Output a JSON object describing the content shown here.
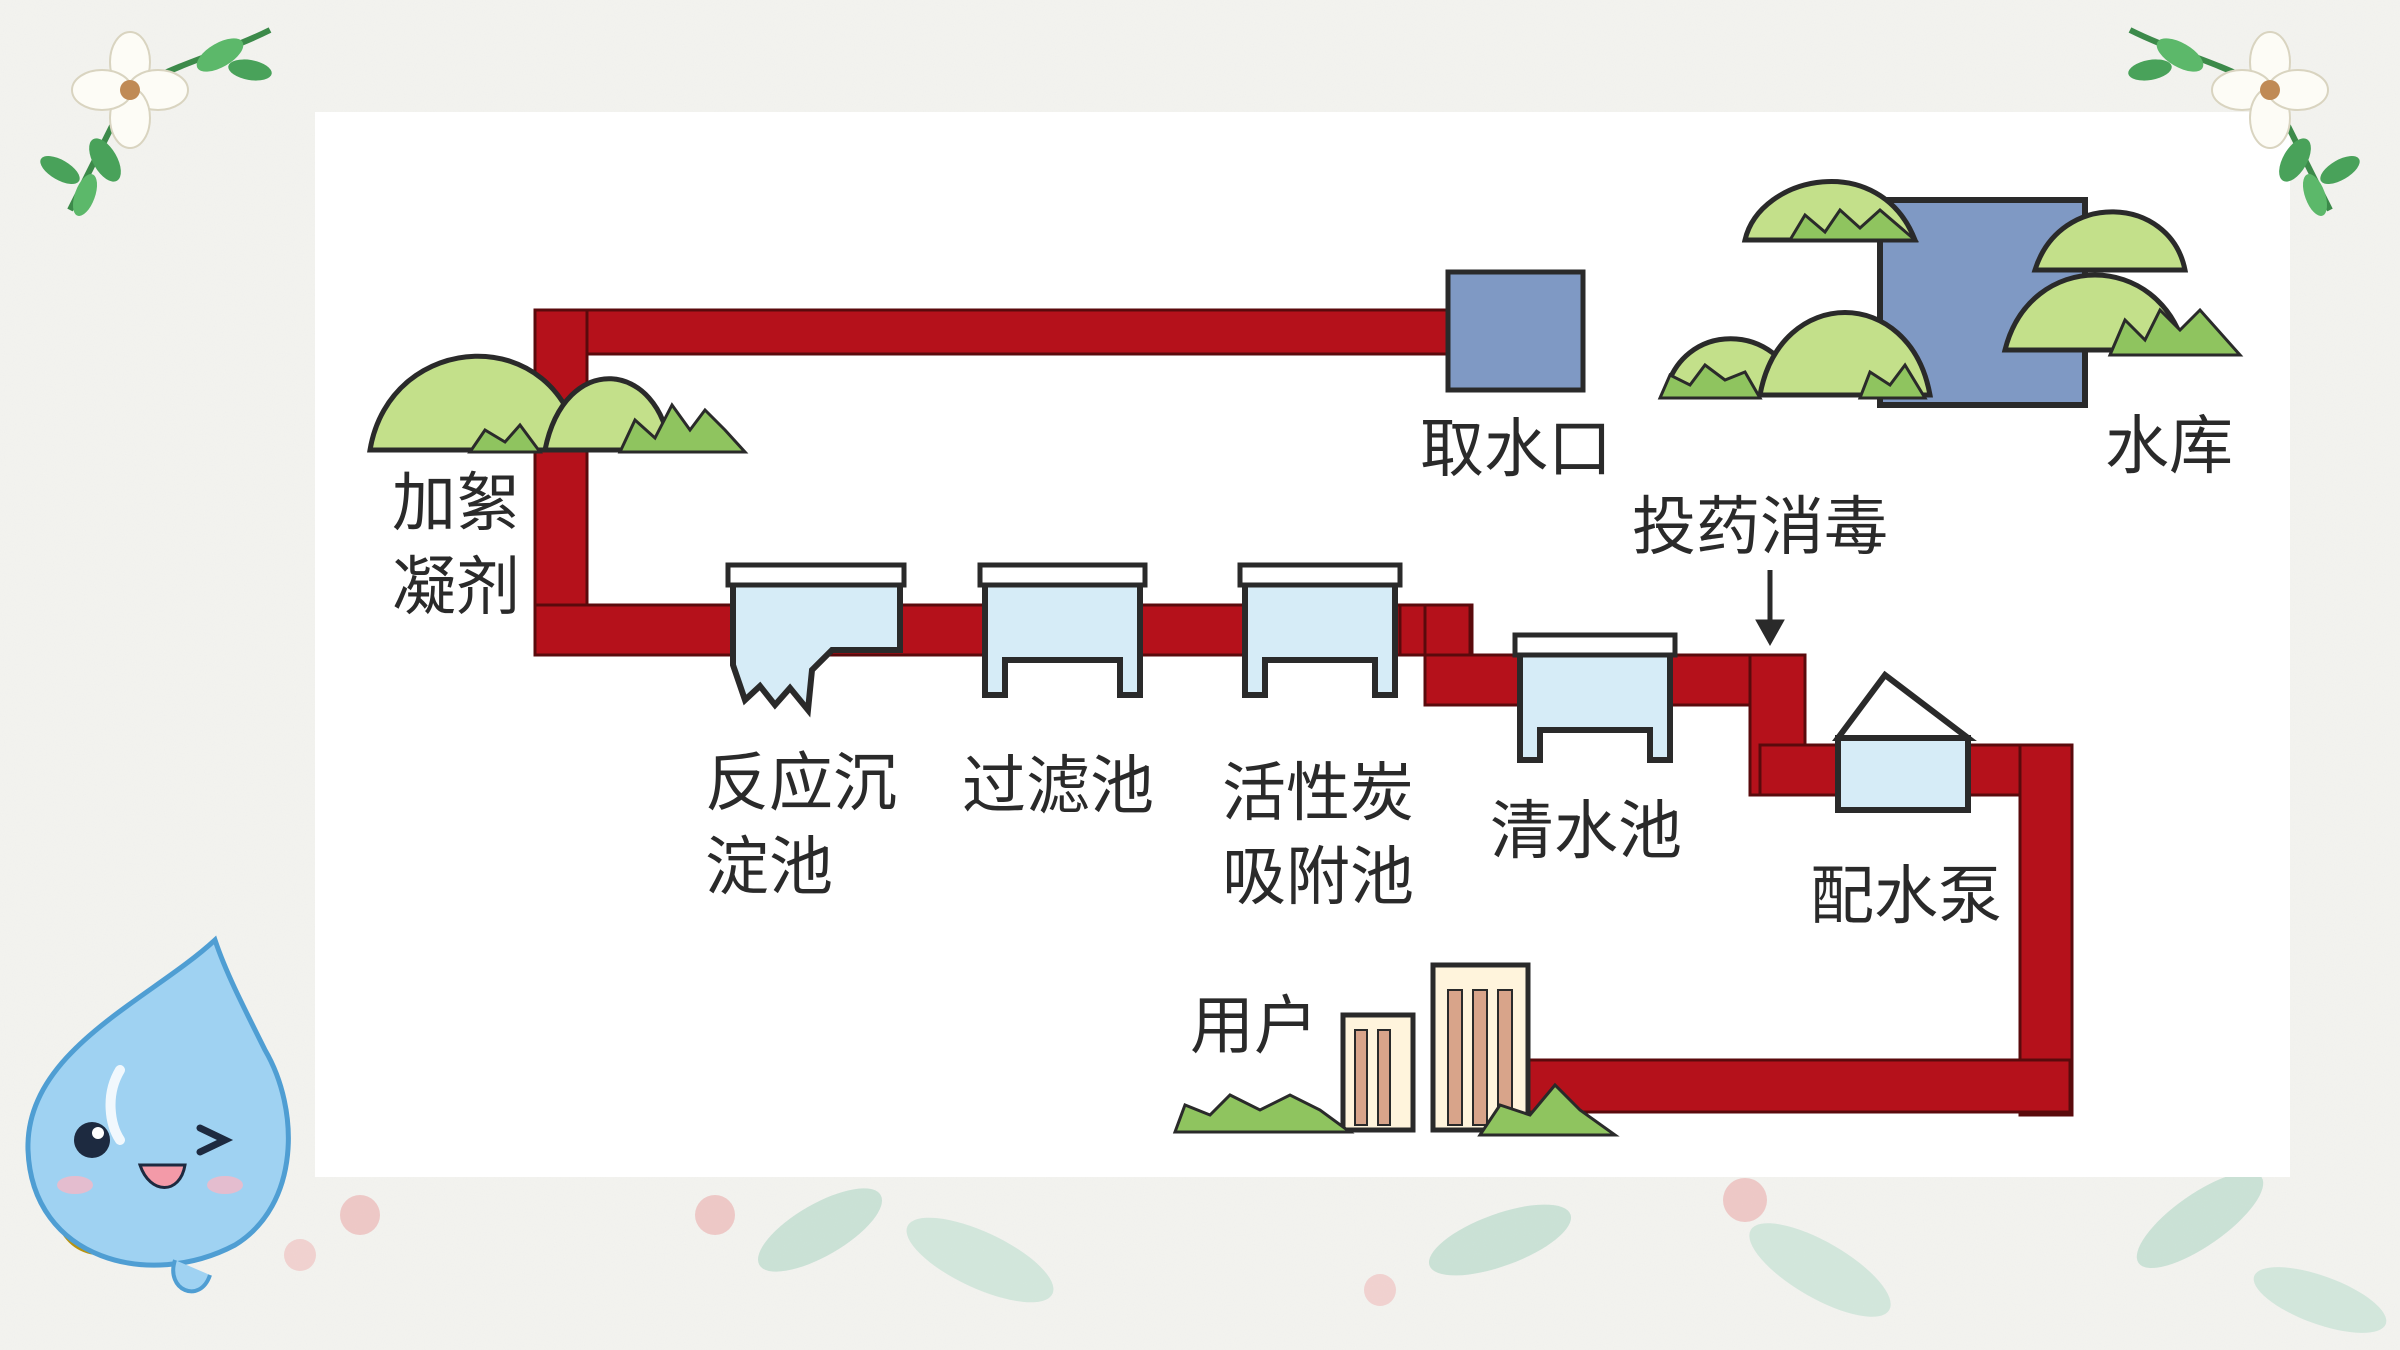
{
  "labels": {
    "intake": "取水口",
    "reservoir": "水库",
    "flocculant": [
      "加絮",
      "凝剂"
    ],
    "disinfection": "投药消毒",
    "sedimentation": [
      "反应沉",
      "淀池"
    ],
    "filter": "过滤池",
    "carbon": [
      "活性炭",
      "吸附池"
    ],
    "clear_water": "清水池",
    "pump": "配水泵",
    "users": "用户"
  },
  "colors": {
    "pipe": "#b5111b",
    "tank_fill": "#d6ecf7",
    "tank_stroke": "#2a2a2a",
    "intake_block": "#7f99c4",
    "hill": "#c3e08a",
    "grass": "#8fc45f"
  },
  "icons": [
    "flower-icon",
    "water-drop-mascot-icon",
    "hill-icon",
    "building-icon"
  ]
}
